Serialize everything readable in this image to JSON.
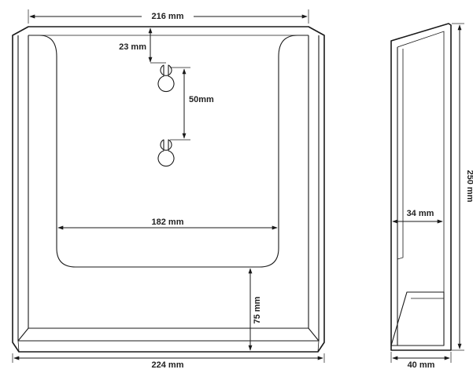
{
  "dimensions": {
    "top_width": "216 mm",
    "bottom_width": "224 mm",
    "top_offset": "23 mm",
    "hole_spacing": "50mm",
    "pocket_width": "182 mm",
    "pocket_depth": "75 mm",
    "height": "250 mm",
    "inner_depth": "34 mm",
    "side_depth": "40 mm"
  },
  "colors": {
    "line": "#1a1a1a",
    "text": "#222222",
    "background": "#ffffff"
  }
}
